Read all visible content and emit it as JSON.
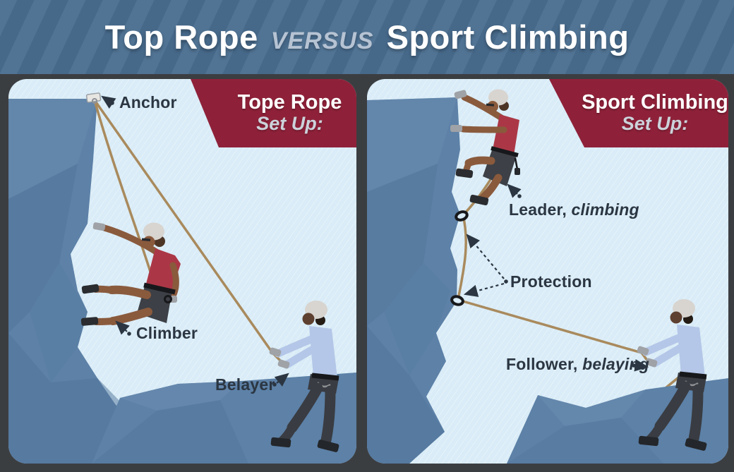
{
  "header": {
    "title_part1": "Top Rope",
    "title_versus": "VERSUS",
    "title_part2": "Sport Climbing"
  },
  "left_panel": {
    "banner": {
      "title": "Tope Rope",
      "subtitle": "Set Up:"
    },
    "labels": {
      "anchor": "Anchor",
      "climber": "Climber",
      "belayer": "Belayer"
    }
  },
  "right_panel": {
    "banner": {
      "title": "Sport Climbing",
      "subtitle": "Set Up:"
    },
    "labels": {
      "leader": "Leader,",
      "leader_qualifier": "climbing",
      "protection": "Protection",
      "follower": "Follower,",
      "follower_qualifier": "belaying"
    }
  },
  "colors": {
    "header_bg": "#4a6e90",
    "banner_maroon": "#8e2139",
    "panel_bg": "#d9ecf7",
    "cliff_blue": "#5d81a7",
    "rope_tan": "#a98a5d",
    "label_text": "#2b3642",
    "frame_charcoal": "#3b3e41",
    "climber_shirt_red": "#ab3746",
    "belayer_shirt_blue": "#b4c7e8",
    "helmet_white": "#d8d4cf"
  }
}
